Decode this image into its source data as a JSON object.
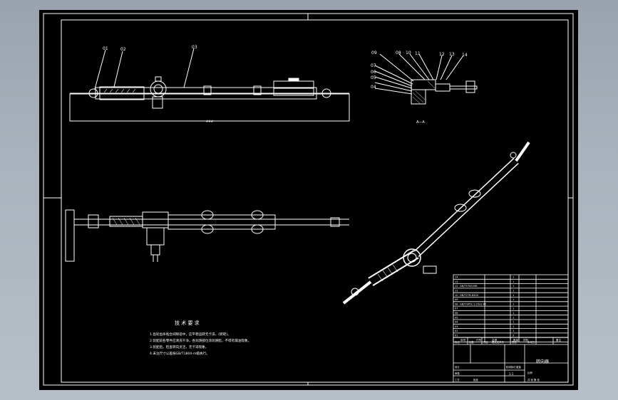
{
  "drawing": {
    "balloon_labels": [
      "01",
      "02",
      "03",
      "04",
      "05",
      "06",
      "07",
      "08",
      "09",
      "10",
      "11",
      "12",
      "13",
      "14"
    ],
    "section_label": "A—A",
    "dimension_text": "###",
    "tech_req_title": "技 术 要 求",
    "tech_req_lines": [
      "1.齿轮齿条啮合间隙适中，应平稳运转无卡滞，(转矩)。",
      "2.装配前各零件应清洗干净，各润滑部位涂润滑脂，不得有漏油现象。",
      "3.装配后，检查转向灵活，无卡滞现象。",
      "4.未注尺寸公差按GB/T1804-m级执行。"
    ]
  },
  "bom": {
    "rows": [
      [
        "14",
        "",
        "1",
        "",
        ""
      ],
      [
        "13",
        "",
        "1",
        "",
        ""
      ],
      [
        "12",
        "GB/T5783-M8",
        "1",
        "",
        ""
      ],
      [
        "11",
        "",
        "1",
        "",
        ""
      ],
      [
        "10",
        "GB/T276-6204",
        "1",
        "",
        ""
      ],
      [
        "09",
        "",
        "1",
        "",
        ""
      ],
      [
        "08",
        "GB/T3452.1-25x2.65",
        "1",
        "",
        ""
      ],
      [
        "07",
        "",
        "1",
        "",
        ""
      ],
      [
        "06",
        "",
        "1",
        "",
        ""
      ],
      [
        "05",
        "",
        "1",
        "",
        ""
      ],
      [
        "04",
        "",
        "1",
        "",
        ""
      ],
      [
        "03",
        "",
        "1",
        "",
        ""
      ],
      [
        "02",
        "",
        "1",
        "",
        ""
      ],
      [
        "01",
        "",
        "2",
        "",
        ""
      ]
    ],
    "header": [
      "序号",
      "代号",
      "名称",
      "数量",
      "材料",
      "备注"
    ]
  },
  "title_block": {
    "drawing_title": "转向器",
    "scale": "1:1",
    "labels": [
      "标记",
      "处数",
      "分区",
      "更改文件号",
      "签名",
      "年月日",
      "设计",
      "审核",
      "工艺",
      "批准",
      "阶段标记",
      "重量",
      "比例",
      "共 张 第 张"
    ]
  },
  "colors": {
    "paper": "#000000",
    "line": "#ffffff",
    "frame": "#ffffff",
    "background": "#a9b1ba"
  }
}
